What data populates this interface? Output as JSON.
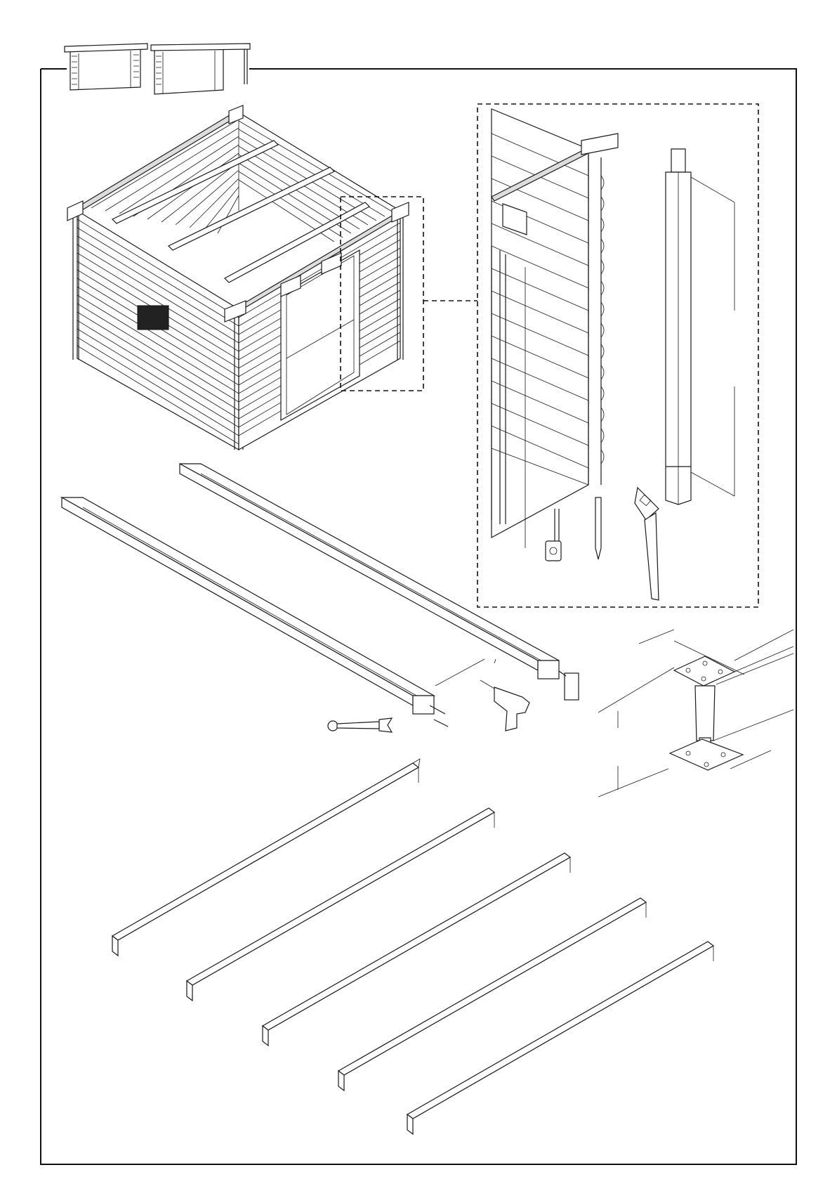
{
  "diagram": {
    "kind": "assembly-instruction-page",
    "background": "#ffffff",
    "line_color": "#1a1a1a",
    "components": [
      "variant-icons",
      "shed-overview",
      "detail-zoom",
      "measuring-tape",
      "pencil",
      "hand-saw",
      "corner-post",
      "bolted-beams",
      "wrench",
      "power-drill",
      "adjustable-foot",
      "floor-joists"
    ],
    "floor_joist_count": 5
  }
}
